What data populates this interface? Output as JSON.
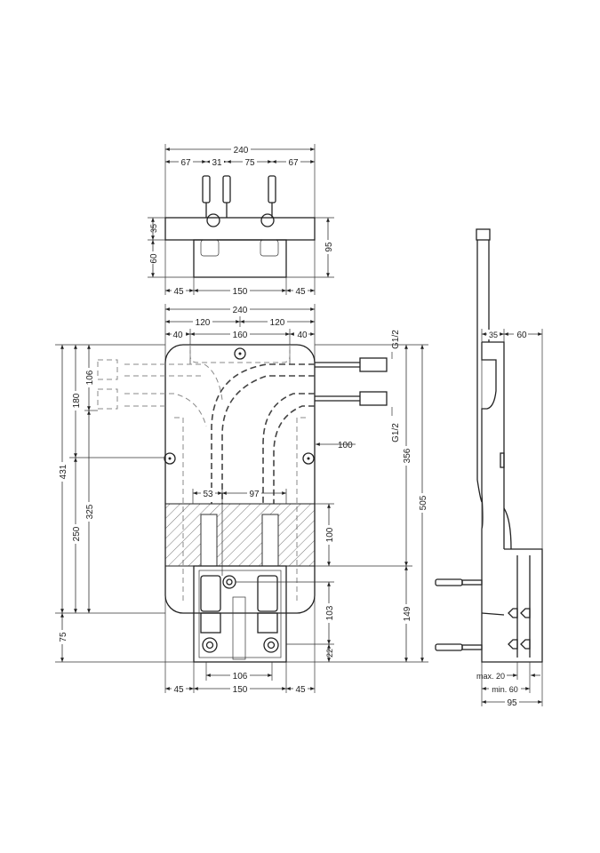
{
  "top_view": {
    "overall_width": "240",
    "spacing": [
      "67",
      "31",
      "75",
      "67"
    ],
    "height_upper": "35",
    "height_lower": "60",
    "total_height": "95",
    "bottom": [
      "45",
      "150",
      "45"
    ]
  },
  "front_view": {
    "overall_width": "240",
    "halves": [
      "120",
      "120"
    ],
    "thirds": [
      "40",
      "160",
      "40"
    ],
    "thread_top": "G1/2",
    "thread_bottom": "G1/2",
    "left_dims": {
      "d106": "106",
      "d180": "180",
      "d431": "431",
      "d325": "325",
      "d250": "250",
      "d75": "75"
    },
    "right_dims": {
      "d100h": "100",
      "d356": "356",
      "d505": "505",
      "d100v": "100",
      "d149": "149",
      "d103": "103",
      "d22": "22"
    },
    "inner": [
      "53",
      "97"
    ],
    "bottom_inner": "106",
    "bottom": [
      "45",
      "150",
      "45"
    ]
  },
  "side_view": {
    "depth_top": "35",
    "depth_front": "60",
    "max_label": "max. 20",
    "min_label": "min. 60",
    "total_depth": "95"
  }
}
